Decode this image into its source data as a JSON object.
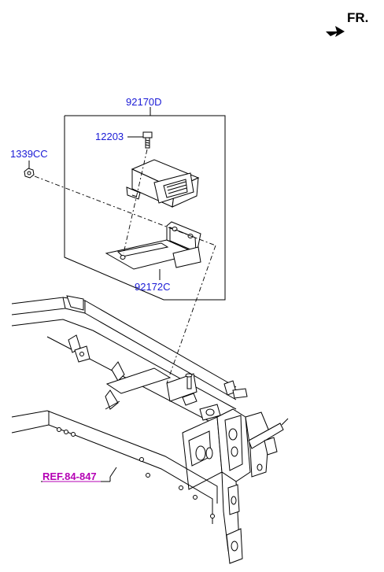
{
  "direction_label": "FR.",
  "callouts": {
    "assembly": "92170D",
    "bolt": "12203",
    "nut": "1339CC",
    "bracket": "92172C",
    "reference": "REF.84-847"
  },
  "colors": {
    "callout_text": "#1a1ad6",
    "reference_text": "#b400b4",
    "line_art": "#000000",
    "background": "#ffffff"
  },
  "icons": {
    "direction": "arrow-icon"
  }
}
